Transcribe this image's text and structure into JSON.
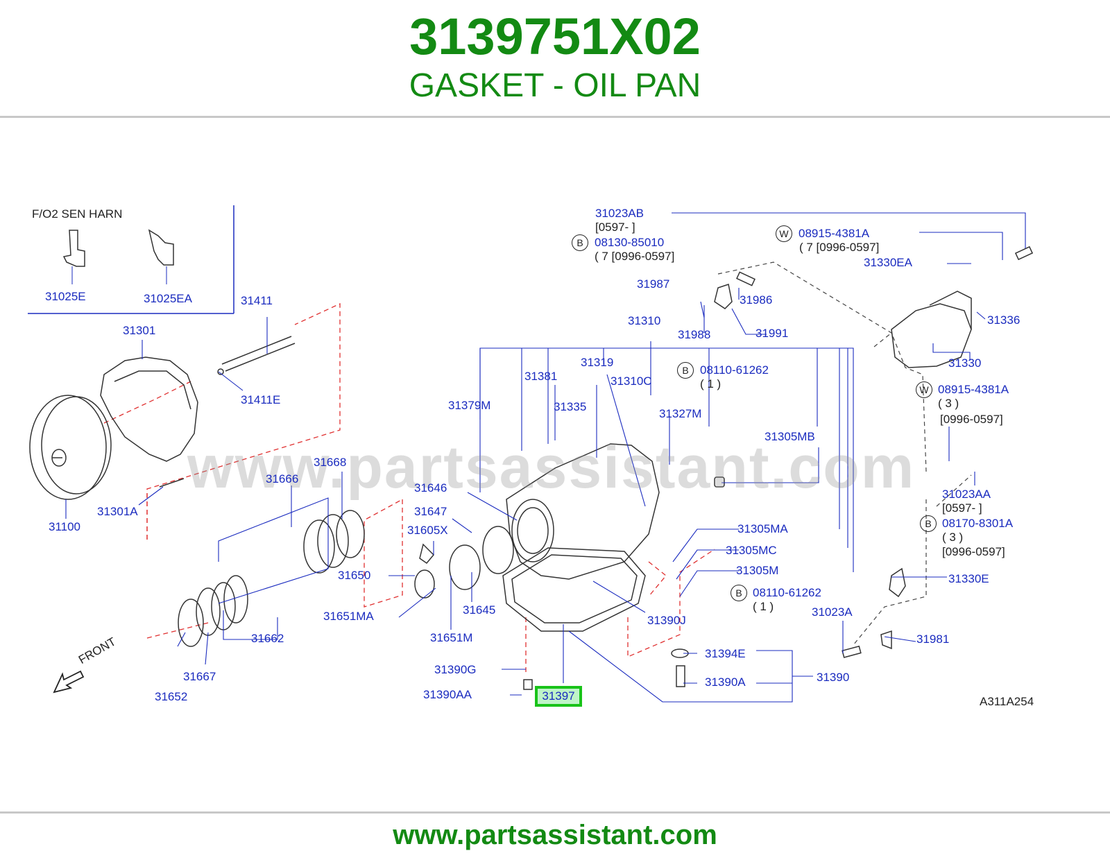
{
  "header": {
    "part_number": "3139751X02",
    "part_name": "GASKET - OIL PAN"
  },
  "footer": {
    "url": "www.partsassistant.com"
  },
  "diagram": {
    "watermark": "www.partsassistant.com",
    "inset_title": "F/O2   SEN   HARN",
    "front_label": "FRONT",
    "code": "A311A254",
    "highlighted_part": "31397",
    "labels": [
      "31025E",
      "31025EA",
      "31411",
      "31411E",
      "31301",
      "31100",
      "31301A",
      "31666",
      "31668",
      "31652",
      "31667",
      "31662",
      "31650",
      "31651MA",
      "31605X",
      "31647",
      "31646",
      "31645",
      "31651M",
      "31390G",
      "31390AA",
      "31379M",
      "31381",
      "31319",
      "31310",
      "31310C",
      "31335",
      "31327M",
      "31305MB",
      "31305MA",
      "31305MC",
      "31305M",
      "31390J",
      "31394E",
      "31390A",
      "31390",
      "31023AB",
      "08130-85010",
      "31987",
      "31986",
      "31988",
      "31991",
      "08110-61262",
      "08915-4381A",
      "31330EA",
      "31336",
      "31330",
      "08915-4381A",
      "31023AA",
      "08170-8301A",
      "31330E",
      "08110-61262",
      "31023A",
      "31981"
    ],
    "annotations": [
      "[0597-                    ]",
      "( 7   [0996-0597]",
      "( 7   [0996-0597]",
      "( 1   )",
      "( 3   )",
      "[0996-0597]",
      "[0597-                    ]",
      "( 3   )",
      "[0996-0597]",
      "( 1   )"
    ],
    "callout_letters": [
      "B",
      "W",
      "B",
      "W",
      "B",
      "B"
    ]
  },
  "colors": {
    "brand_green": "#138a13",
    "label_blue": "#1a2bbf",
    "highlight_green": "#19c319",
    "guide_red": "#e03030"
  }
}
